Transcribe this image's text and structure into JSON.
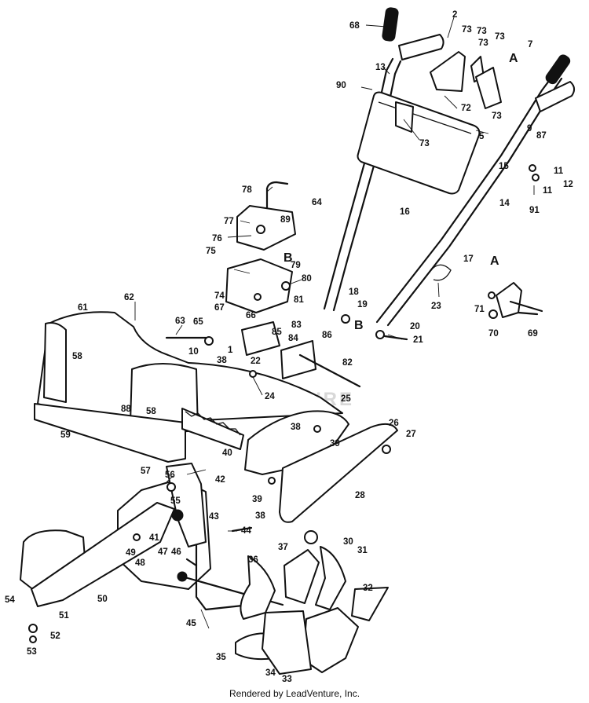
{
  "diagram": {
    "watermark": "LEADVENTURE",
    "footer": "Rendered by LeadVenture, Inc.",
    "ref_letters": [
      "A",
      "A",
      "B",
      "B"
    ],
    "callouts": [
      "68",
      "2",
      "73",
      "73",
      "73",
      "73",
      "7",
      "13",
      "90",
      "72",
      "73",
      "73",
      "5",
      "9",
      "87",
      "15",
      "11",
      "12",
      "11",
      "14",
      "91",
      "78",
      "77",
      "89",
      "76",
      "16",
      "64",
      "75",
      "79",
      "80",
      "74",
      "67",
      "81",
      "66",
      "83",
      "84",
      "85",
      "17",
      "18",
      "19",
      "20",
      "21",
      "23",
      "71",
      "70",
      "69",
      "61",
      "62",
      "63",
      "65",
      "10",
      "86",
      "82",
      "1",
      "22",
      "38",
      "24",
      "58",
      "88",
      "58",
      "59",
      "25",
      "38",
      "39",
      "26",
      "27",
      "40",
      "57",
      "56",
      "55",
      "42",
      "43",
      "44",
      "39",
      "38",
      "28",
      "41",
      "47",
      "46",
      "49",
      "48",
      "36",
      "37",
      "30",
      "31",
      "50",
      "54",
      "51",
      "52",
      "53",
      "32",
      "45",
      "35",
      "34",
      "33"
    ]
  }
}
